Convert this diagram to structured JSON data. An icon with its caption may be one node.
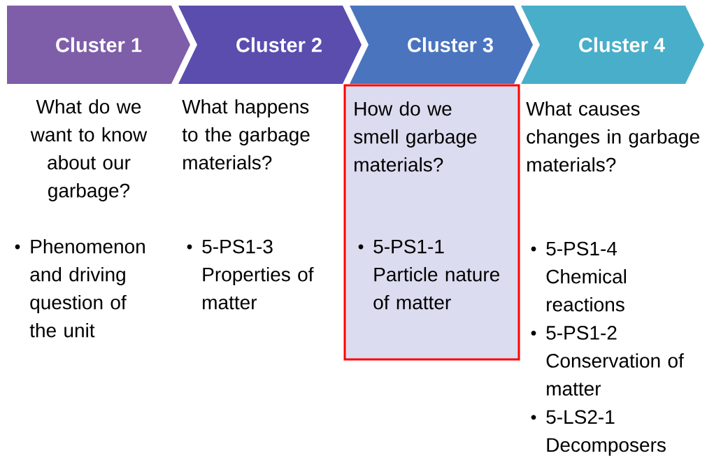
{
  "diagram": {
    "nodes": [
      {
        "text": [
          "Cluster 1"
        ]
      },
      {
        "text": [
          "Cluster 2"
        ]
      },
      {
        "text": [
          "Cluster 3"
        ]
      },
      {
        "text": [
          "Cluster 4"
        ]
      },
      {
        "text": [
          "How do we smell garbage materials?",
          "5-PS1-1 Particle nature of matter"
        ]
      }
    ],
    "labels": [
      "What do we want to know about our garbage?",
      "Phenomenon and driving question of the unit",
      "What happens to the garbage materials?",
      "5-PS1-3 Properties of matter",
      "What causes changes in garbage materials?",
      "5-PS1-4 Chemical reactions",
      "5-PS1-2 Conservation of matter",
      "5-LS2-1 Decomposers"
    ]
  }
}
